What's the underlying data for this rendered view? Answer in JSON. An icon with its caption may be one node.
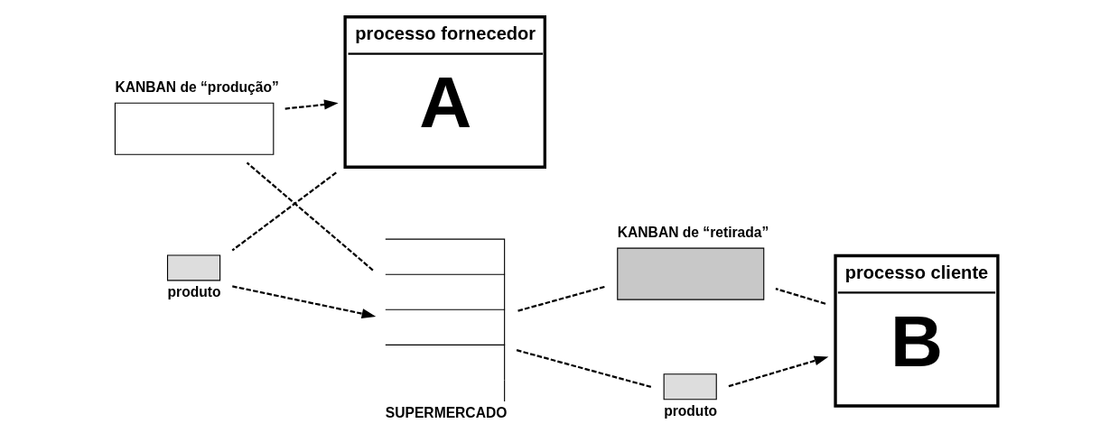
{
  "diagram": {
    "nodes": [
      {
        "text": [
          "KANBAN de “produção”"
        ]
      },
      {
        "text": [
          "KANBAN de “retirada”"
        ]
      },
      {
        "text": [
          "processo fornecedor",
          "A"
        ]
      },
      {
        "text": [
          "SUPERMERCADO"
        ]
      },
      {
        "text": [
          "processo cliente",
          "B"
        ]
      },
      {
        "text": [],
        "shape": "box",
        "beside": [
          "produto"
        ]
      },
      {
        "text": [],
        "shape": "box",
        "beside": [
          "produto"
        ]
      }
    ],
    "edges": [
      {
        "from": 3,
        "to": 0,
        "arrow": "none",
        "style": "dashed"
      },
      {
        "from": 0,
        "to": 2,
        "arrow": "to",
        "style": "dashed"
      },
      {
        "from": 4,
        "to": 1,
        "arrow": "none",
        "style": "dashed"
      },
      {
        "from": 1,
        "to": 3,
        "arrow": "none",
        "style": "dashed"
      },
      {
        "from": 2,
        "to": 5,
        "arrow": "none",
        "style": "dashed"
      },
      {
        "from": 5,
        "to": 3,
        "arrow": "to",
        "style": "dashed"
      },
      {
        "from": 3,
        "to": 6,
        "arrow": "none",
        "style": "dashed"
      },
      {
        "from": 6,
        "to": 4,
        "arrow": "to",
        "style": "dashed"
      }
    ]
  }
}
